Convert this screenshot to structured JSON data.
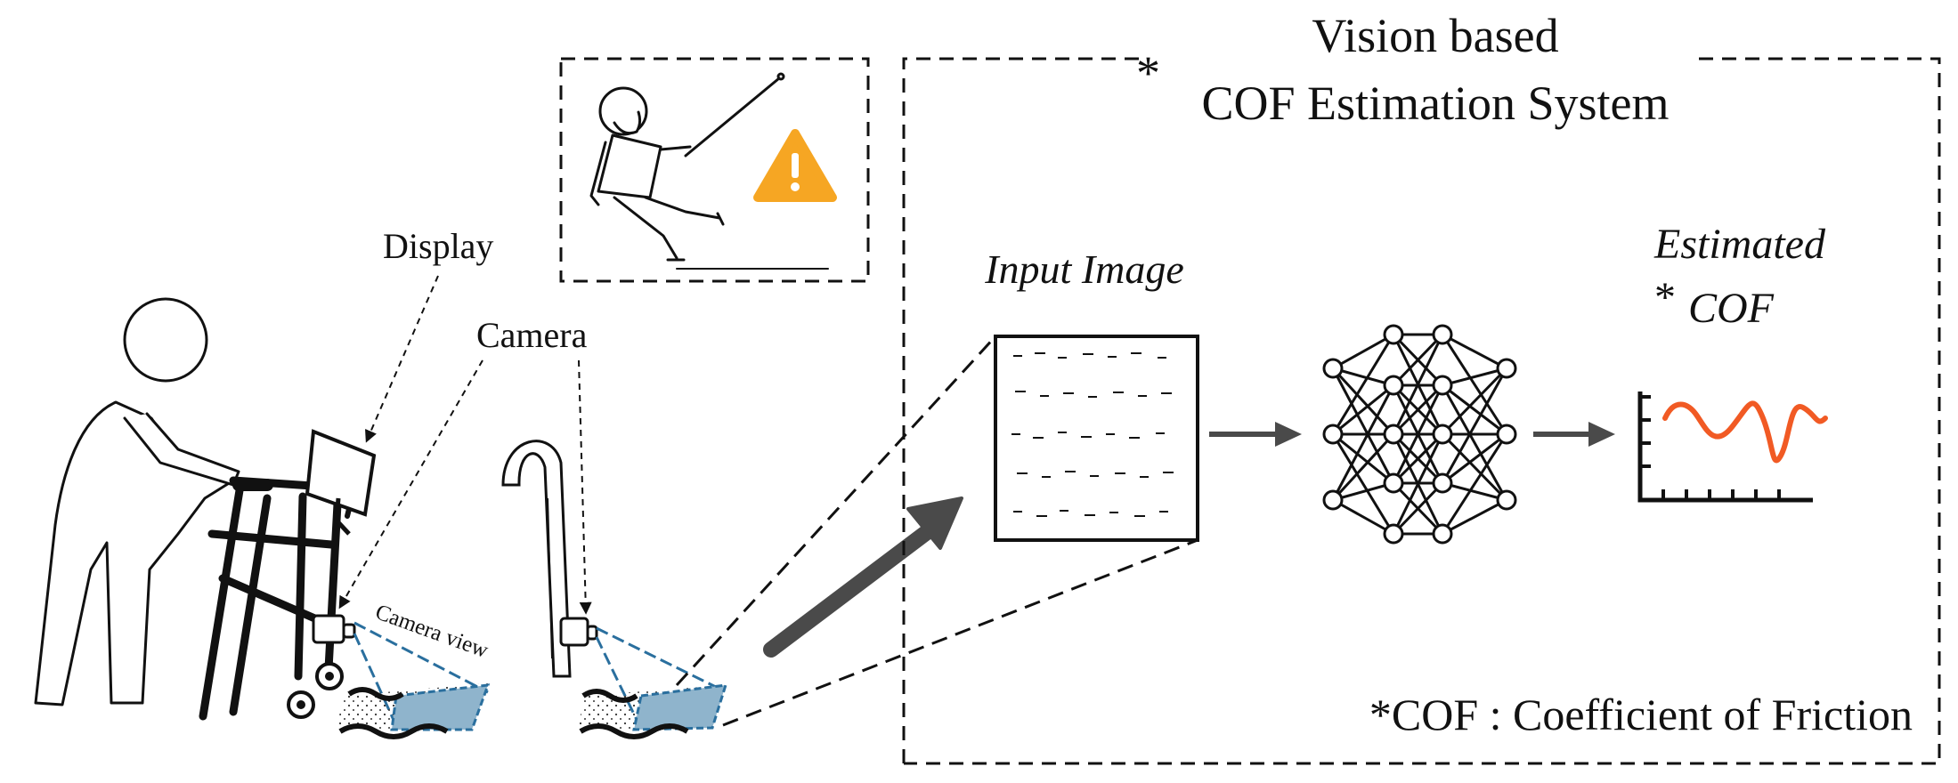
{
  "labels": {
    "display": "Display",
    "camera": "Camera",
    "camera_view": "Camera view",
    "input_image": "Input Image",
    "estimated": "Estimated",
    "cof_star": "*",
    "cof_italic": "COF"
  },
  "system_box": {
    "title_line1": "Vision based",
    "title_star": "*",
    "title_line2": "COF Estimation System",
    "footnote": "*COF : Coefficient of Friction"
  },
  "icons": {
    "warning": "warning-icon",
    "neural_network": "neural-network-icon",
    "chart": "line-chart-icon",
    "person": "person-with-walker-icon",
    "cane": "cane-icon",
    "falling_person": "falling-person-icon"
  },
  "colors": {
    "ink": "#111111",
    "camera_blue": "#2a6f9e",
    "floor_fill": "#8fb4cc",
    "warning": "#f6a623",
    "curve": "#f15a24",
    "arrow": "#4a4a4a"
  }
}
